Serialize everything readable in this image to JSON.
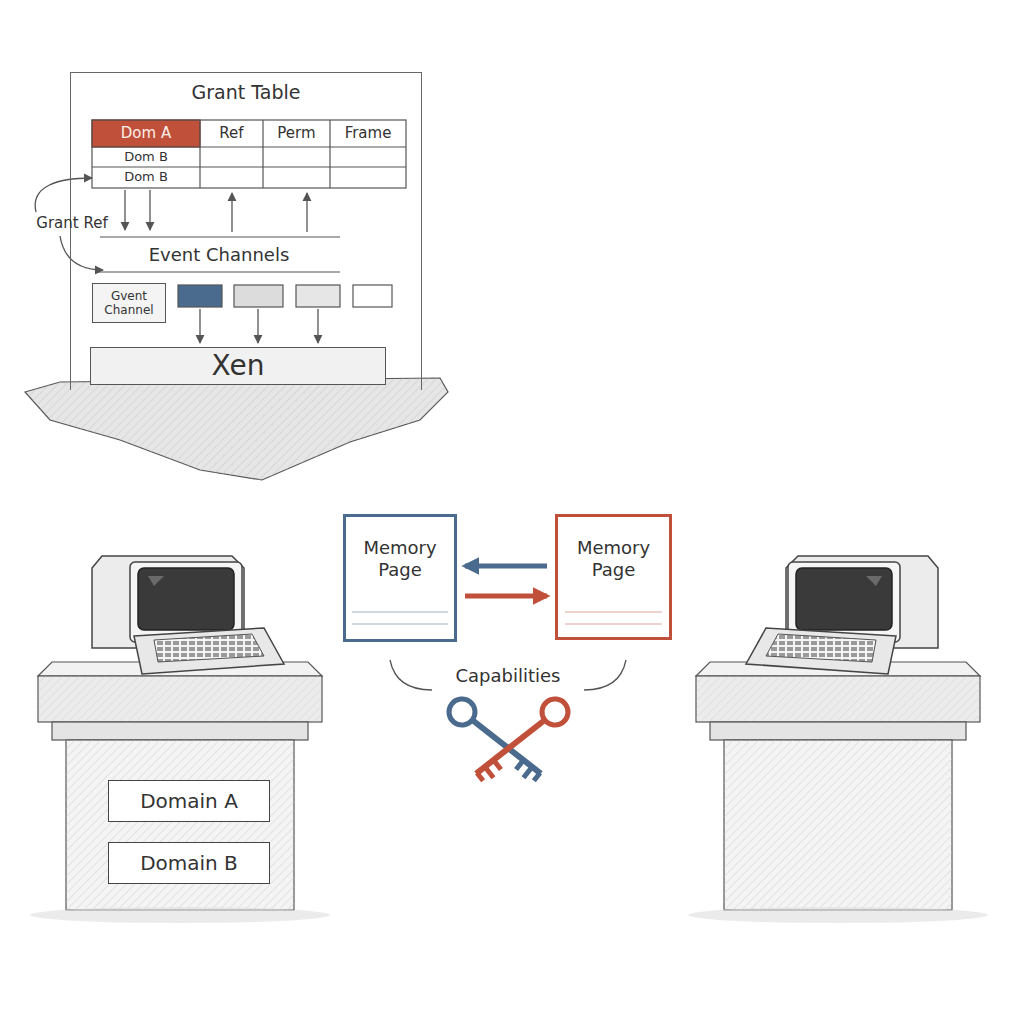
{
  "diagram": {
    "nodes": [
      {
        "text": [
          "Grant Table"
        ]
      },
      {
        "text": [
          "Gvent Channel"
        ],
        "in": 0
      },
      {
        "text": [
          "Xen"
        ],
        "in": 0
      },
      {
        "text": [
          "Domain A"
        ]
      },
      {
        "text": [
          "Domain B"
        ]
      },
      {
        "text": [
          "Memory Page"
        ]
      },
      {
        "text": [
          "Memory Page"
        ]
      }
    ],
    "edges": [
      {
        "from": 6,
        "to": 5,
        "arrow": "to"
      },
      {
        "from": 5,
        "to": 6,
        "arrow": "to"
      }
    ],
    "labels": [
      "Dom A",
      "Ref",
      "Perm",
      "Frame",
      "Dom B",
      "Dom B",
      "Grant Ref",
      "Event Channels",
      "Capabilities"
    ]
  }
}
